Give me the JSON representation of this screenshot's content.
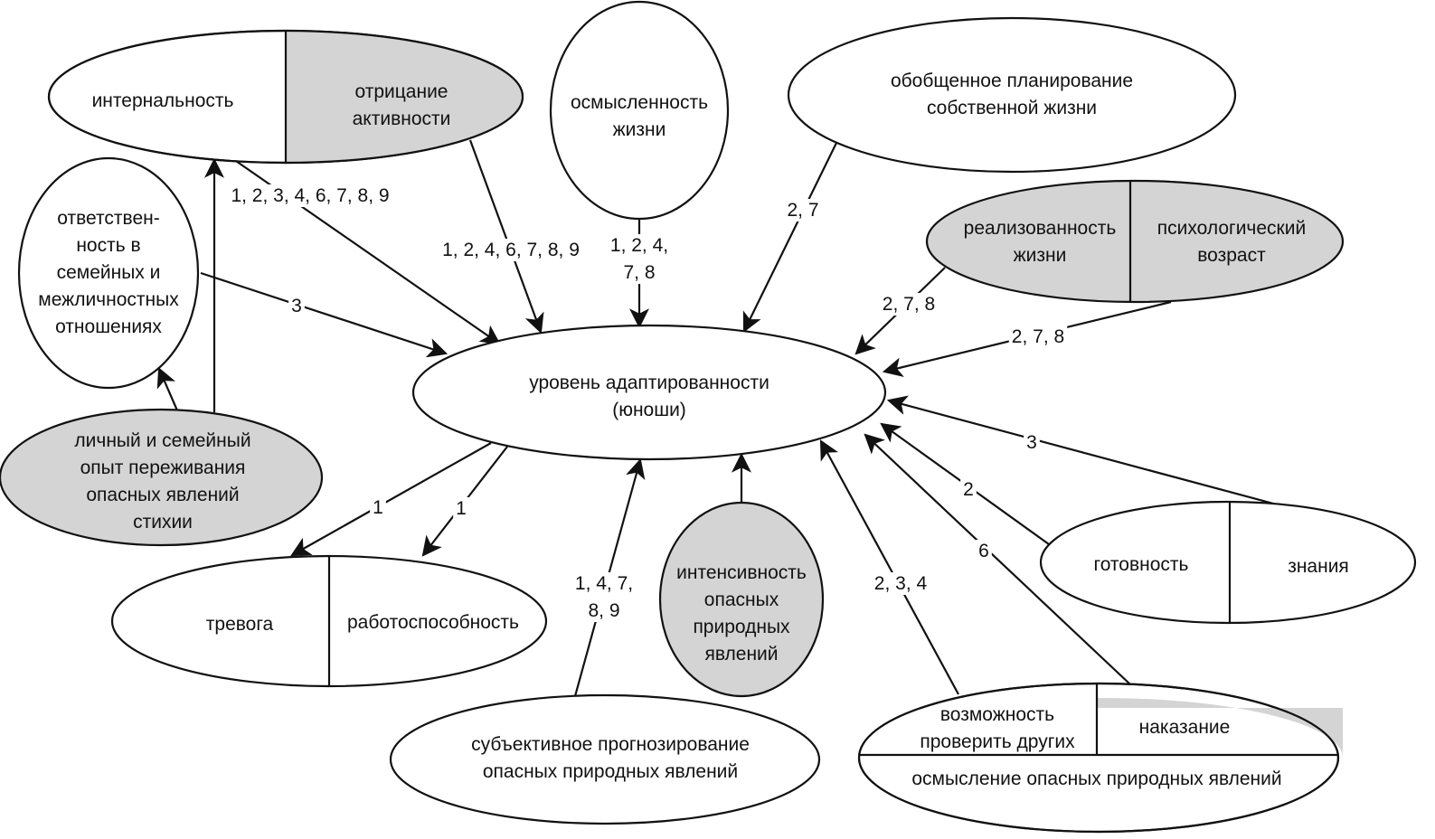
{
  "colors": {
    "shaded": "#d4d4d4",
    "plain": "#ffffff",
    "stroke": "#111111"
  },
  "nodes": {
    "center": {
      "lines": [
        "уровень адаптированности",
        "(юноши)"
      ]
    },
    "internality": {
      "lines": [
        "интернальность"
      ]
    },
    "denial": {
      "lines": [
        "отрицание",
        "активности"
      ]
    },
    "meaningfulness": {
      "lines": [
        "осмысленность",
        "жизни"
      ]
    },
    "planning": {
      "lines": [
        "обобщенное планирование",
        "собственной жизни"
      ]
    },
    "responsibility": {
      "lines": [
        "ответствен-",
        "ность в",
        "семейных и",
        "межличностных",
        "отношениях"
      ]
    },
    "realization": {
      "lines": [
        "реализованность",
        "жизни"
      ]
    },
    "psych_age": {
      "lines": [
        "психологический",
        "возраст"
      ]
    },
    "experience": {
      "lines": [
        "личный и семейный",
        "опыт переживания",
        "опасных явлений",
        "стихии"
      ]
    },
    "readiness": {
      "lines": [
        "готовность"
      ]
    },
    "knowledge": {
      "lines": [
        "знания"
      ]
    },
    "anxiety": {
      "lines": [
        "тревога"
      ]
    },
    "workability": {
      "lines": [
        "работоспособность"
      ]
    },
    "intensity": {
      "lines": [
        "интенсивность",
        "опасных",
        "природных",
        "явлений"
      ]
    },
    "forecasting": {
      "lines": [
        "субъективное прогнозирование",
        "опасных природных явлений"
      ]
    },
    "check_others": {
      "lines": [
        "возможность",
        "проверить других"
      ]
    },
    "punishment": {
      "lines": [
        "наказание"
      ]
    },
    "comprehension": {
      "lines": [
        "осмысление опасных природных явлений"
      ]
    }
  },
  "edges": {
    "internality": {
      "label": [
        "1, 2, 3, 4, 6, 7, 8, 9"
      ]
    },
    "denial": {
      "label": [
        "1, 2, 4, 6, 7, 8, 9"
      ]
    },
    "meaningfulness": {
      "label": [
        "1, 2, 4,",
        "7, 8"
      ]
    },
    "planning": {
      "label": [
        "2, 7"
      ]
    },
    "responsibility": {
      "label": [
        "3"
      ]
    },
    "realization": {
      "label": [
        "2, 7, 8"
      ]
    },
    "psych_age": {
      "label": [
        "2, 7, 8"
      ]
    },
    "knowledge": {
      "label": [
        "3"
      ]
    },
    "readiness": {
      "label": [
        "2"
      ]
    },
    "punishment": {
      "label": [
        "6"
      ]
    },
    "check_others": {
      "label": [
        "2, 3, 4"
      ]
    },
    "anxiety": {
      "label": [
        "1"
      ]
    },
    "workability": {
      "label": [
        "1"
      ]
    },
    "forecasting": {
      "label": [
        "1, 4, 7,",
        "8, 9"
      ]
    }
  }
}
